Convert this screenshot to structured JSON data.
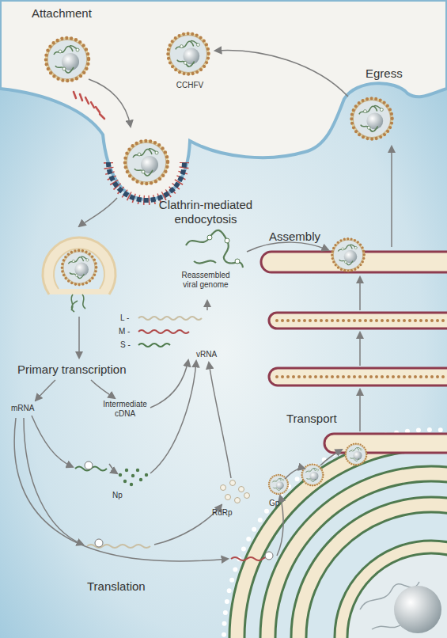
{
  "diagram": {
    "labels": [
      "Attachment",
      "CCHFV",
      "Egress",
      "Clathrin-mediated endocytosis",
      "Assembly",
      "Reassembled viral genome",
      "L -",
      "M -",
      "S -",
      "vRNA",
      "Primary transcription",
      "mRNA",
      "Intermediate cDNA",
      "Np",
      "RdRp",
      "Transport",
      "Gp",
      "Translation"
    ]
  }
}
